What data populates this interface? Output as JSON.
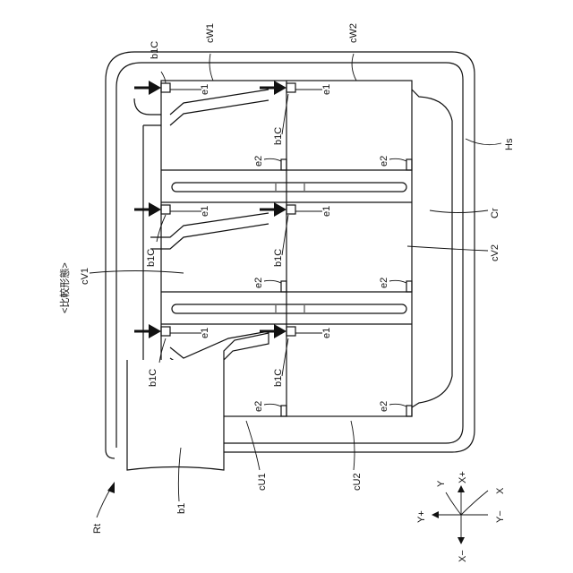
{
  "figure": {
    "caption": "<比較形態>",
    "labels": {
      "b1C": "b1C",
      "cW1": "cW1",
      "cW2": "cW2",
      "e1": "e1",
      "e2": "e2",
      "Hs": "Hs",
      "Cr": "Cr",
      "cV1": "cV1",
      "cV2": "cV2",
      "cU1": "cU1",
      "cU2": "cU2",
      "b1": "b1",
      "Rt": "Rt"
    },
    "axes": {
      "X": "X",
      "Y": "Y",
      "Xplus": "X+",
      "Xminus": "X−",
      "Yplus": "Y+",
      "Yminus": "Y−"
    }
  }
}
